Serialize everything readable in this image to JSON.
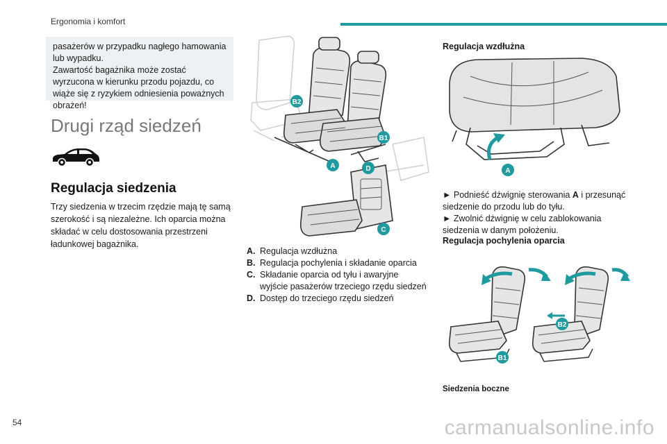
{
  "header": {
    "title": "Ergonomia i komfort",
    "accent_color": "#1f9ba0"
  },
  "page_number": "54",
  "warning": {
    "line1": "pasażerów w przypadku nagłego hamowania lub wypadku.",
    "line2": "Zawartość bagażnika może zostać wyrzucona w kierunku przodu pojazdu, co wiąże się z ryzykiem odniesienia poważnych obrażeń!"
  },
  "section": {
    "title": "Drugi rząd siedzeń",
    "icon": "car-suv-icon"
  },
  "subsection": {
    "title": "Regulacja siedzenia",
    "text": "Trzy siedzenia w trzecim rzędzie mają tę samą szerokość i są niezależne. Ich oparcia można składać w celu dostosowania przestrzeni ładunkowej bagażnika."
  },
  "figure_labels": {
    "a": "A",
    "b1": "B1",
    "b2": "B2",
    "c": "C",
    "d": "D",
    "color": "#1f9ba0"
  },
  "legend": [
    {
      "letter": "A.",
      "text": "Regulacja wzdłużna"
    },
    {
      "letter": "B.",
      "text": "Regulacja pochylenia i składanie oparcia"
    },
    {
      "letter": "C.",
      "text": "Składanie oparcia od tyłu i awaryjne wyjście pasażerów trzeciego rzędu siedzeń"
    },
    {
      "letter": "D.",
      "text": "Dostęp do trzeciego rzędu siedzeń"
    }
  ],
  "longitudinal": {
    "heading": "Regulacja wzdłużna",
    "steps": [
      {
        "marker": "►",
        "pre": "Podnieść dźwignię sterowania",
        "bold": "A",
        "post": "i przesunąć siedzenie do przodu lub do tyłu."
      },
      {
        "marker": "►",
        "pre": "Zwolnić dźwignię w celu zablokowania siedzenia w danym położeniu.",
        "bold": "",
        "post": ""
      }
    ]
  },
  "recline": {
    "heading": "Regulacja pochylenia oparcia",
    "caption": "Siedzenia boczne"
  },
  "watermark": "carmanualsonline.info"
}
